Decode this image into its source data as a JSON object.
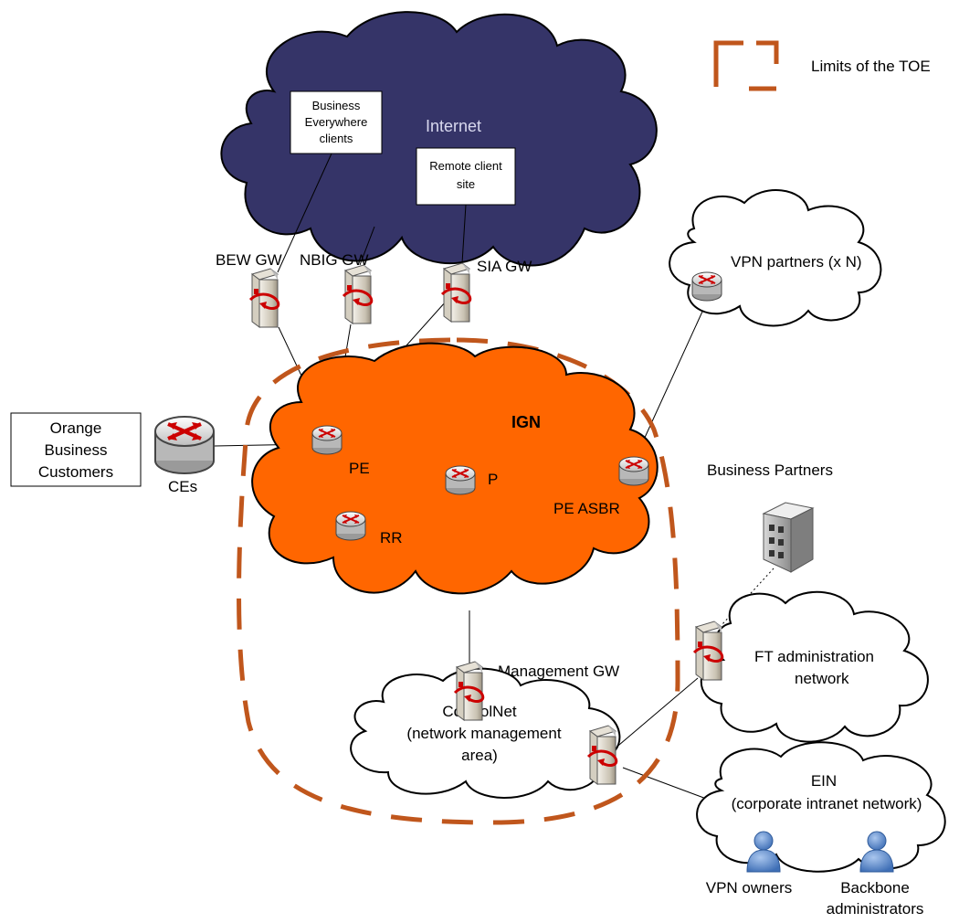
{
  "legend": {
    "label": "Limits of the TOE",
    "color": "#C0561C"
  },
  "colors": {
    "internet": "#353468",
    "ign": "#FF6600",
    "toe_border": "#C0561C",
    "person": "#6F9BD6"
  },
  "internet": {
    "label": "Internet",
    "bew_clients": [
      "Business",
      "Everywhere",
      "clients"
    ],
    "remote_site": [
      "Remote client",
      "site"
    ]
  },
  "gateways": {
    "bew": "BEW GW",
    "nbig": "NBIG GW",
    "sia": "SIA GW",
    "management": "Management GW"
  },
  "ign": {
    "label": "IGN",
    "pe": "PE",
    "p": "P",
    "rr": "RR",
    "pe_asbr": "PE ASBR"
  },
  "customers": {
    "box": [
      "Orange",
      "Business",
      "Customers"
    ],
    "ces": "CEs"
  },
  "vpn_partners": "VPN partners (x N)",
  "business_partners": "Business Partners",
  "ft_admin": [
    "FT administration",
    "network"
  ],
  "controlnet": [
    "ControlNet",
    "(network management",
    "area)"
  ],
  "ein": [
    "EIN",
    "(corporate intranet network)"
  ],
  "people": {
    "vpn_owners": "VPN owners",
    "backbone_admins": [
      "Backbone",
      "administrators"
    ]
  }
}
